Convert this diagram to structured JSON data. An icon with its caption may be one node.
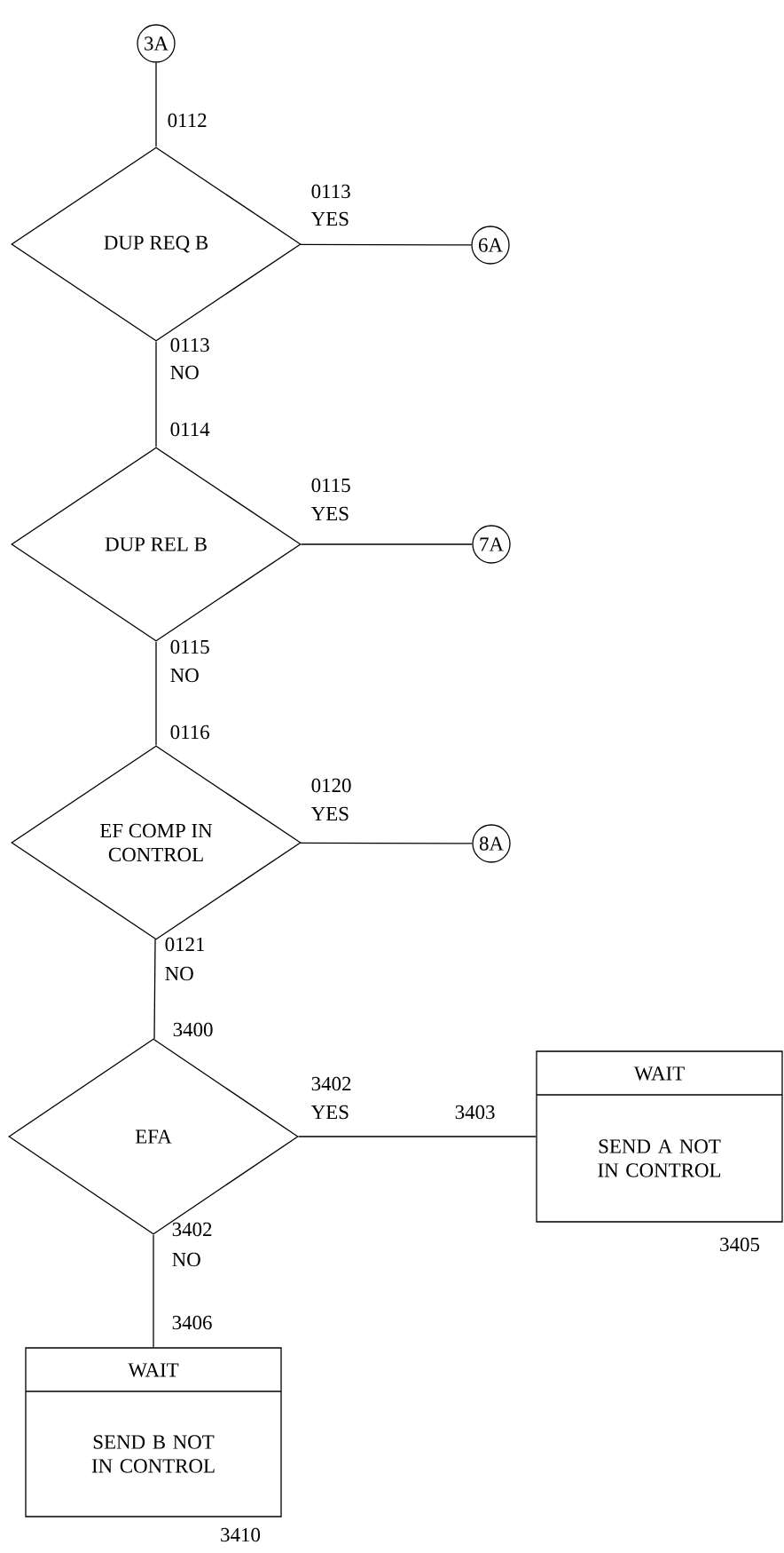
{
  "diagram": {
    "nodes": [
      {
        "text": [
          "3A"
        ]
      },
      {
        "text": [
          "DUP REQ B"
        ]
      },
      {
        "text": [
          "6A"
        ]
      },
      {
        "text": [
          "DUP REL B"
        ]
      },
      {
        "text": [
          "7A"
        ]
      },
      {
        "text": [
          "EF COMP IN CONTROL"
        ]
      },
      {
        "text": [
          "8A"
        ]
      },
      {
        "text": [
          "EFA"
        ]
      },
      {
        "text": [
          "WAIT",
          "SEND A NOT IN CONTROL"
        ],
        "beside": [
          "3405"
        ]
      },
      {
        "text": [
          "WAIT",
          "SEND B NOT IN CONTROL"
        ],
        "beside": [
          "3410"
        ]
      }
    ],
    "edges": [
      {
        "from": 0,
        "to": 1,
        "arrow": "none"
      },
      {
        "from": 1,
        "to": 2,
        "arrow": "none"
      },
      {
        "from": 1,
        "to": 3,
        "arrow": "none"
      },
      {
        "from": 3,
        "to": 4,
        "arrow": "none"
      },
      {
        "from": 3,
        "to": 5,
        "arrow": "none"
      },
      {
        "from": 5,
        "to": 6,
        "arrow": "none"
      },
      {
        "from": 5,
        "to": 7,
        "arrow": "none"
      },
      {
        "from": 7,
        "to": 8,
        "arrow": "none"
      },
      {
        "from": 7,
        "to": 9,
        "arrow": "none"
      }
    ],
    "labels": [
      "0112",
      "0113",
      "YES",
      "0113",
      "NO",
      "0114",
      "0115",
      "YES",
      "0115",
      "NO",
      "0116",
      "0120",
      "YES",
      "0121",
      "NO",
      "3400",
      "3402",
      "YES",
      "3403",
      "3402",
      "NO",
      "3406"
    ]
  }
}
